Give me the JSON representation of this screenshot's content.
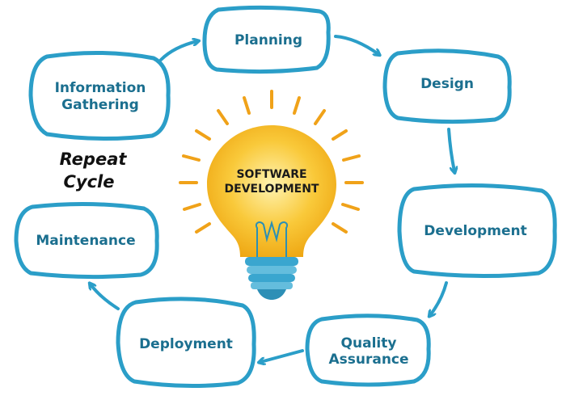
{
  "colors": {
    "stage_border": "#2b9ec8",
    "stage_text": "#1b6f8f",
    "arrow": "#2b9ec8",
    "bulb_glass": "#f4b315",
    "bulb_glass_light": "#fde58a",
    "bulb_rays": "#f0a219",
    "bulb_base": "#3aa6cf",
    "bulb_text": "#1a1a1a",
    "repeat_text": "#111111"
  },
  "center": {
    "line1": "SOFTWARE",
    "line2": "DEVELOPMENT"
  },
  "repeat": {
    "line1": "Repeat",
    "line2": "Cycle"
  },
  "stages": {
    "planning": {
      "line1": "Planning"
    },
    "design": {
      "line1": "Design"
    },
    "development": {
      "line1": "Development"
    },
    "quality_assurance": {
      "line1": "Quality",
      "line2": "Assurance"
    },
    "deployment": {
      "line1": "Deployment"
    },
    "maintenance": {
      "line1": "Maintenance"
    },
    "information_gathering": {
      "line1": "Information",
      "line2": "Gathering"
    }
  }
}
